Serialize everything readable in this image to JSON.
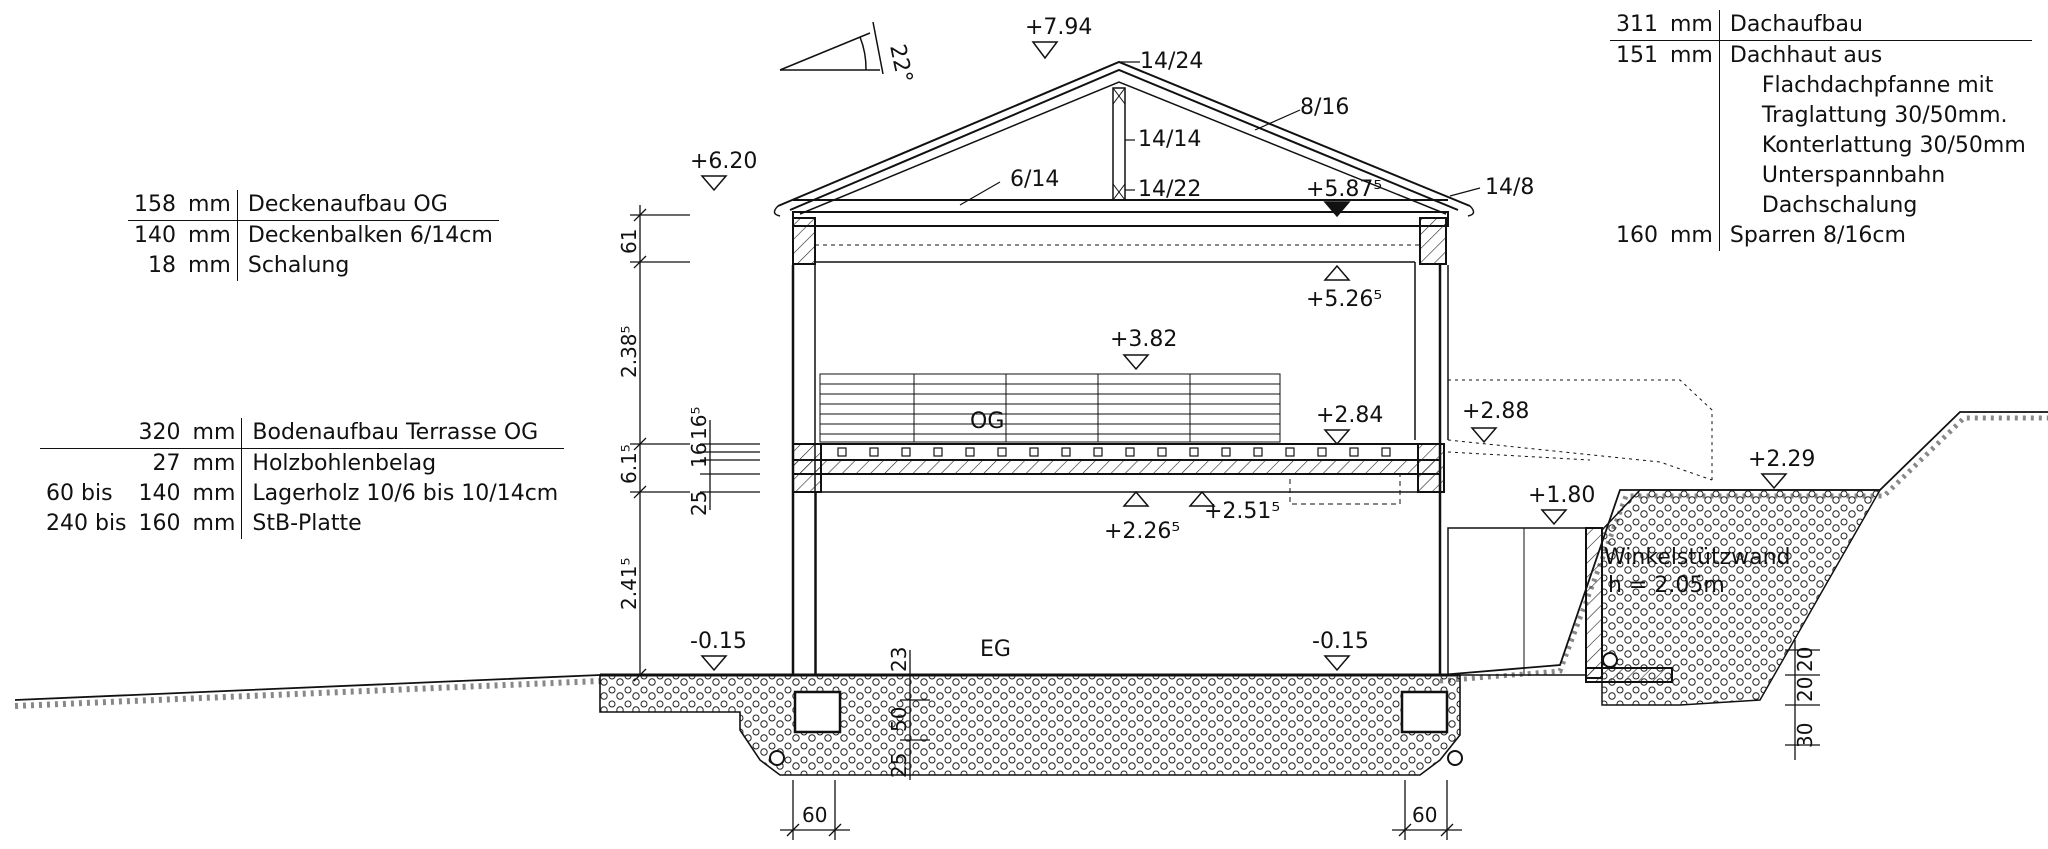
{
  "legend_decke": {
    "rows": [
      {
        "amount": "158",
        "unit": "mm",
        "desc": "Deckenaufbau OG"
      },
      {
        "amount": "140",
        "unit": "mm",
        "desc": "Deckenbalken 6/14cm"
      },
      {
        "amount": "18",
        "unit": "mm",
        "desc": "Schalung"
      }
    ]
  },
  "legend_terrasse": {
    "rows": [
      {
        "pre": "",
        "amount": "320",
        "unit": "mm",
        "desc": "Bodenaufbau Terrasse OG"
      },
      {
        "pre": "",
        "amount": "27",
        "unit": "mm",
        "desc": "Holzbohlenbelag"
      },
      {
        "pre": "60 bis",
        "amount": "140",
        "unit": "mm",
        "desc": "Lagerholz 10/6 bis 10/14cm"
      },
      {
        "pre": "240 bis",
        "amount": "160",
        "unit": "mm",
        "desc": "StB-Platte"
      }
    ]
  },
  "legend_dach": {
    "rows": [
      {
        "amount": "311",
        "unit": "mm",
        "desc": "Dachaufbau",
        "sub": []
      },
      {
        "amount": "151",
        "unit": "mm",
        "desc": "Dachhaut aus",
        "sub": [
          "Flachdachpfanne mit",
          "Traglattung 30/50mm.",
          "Konterlattung 30/50mm",
          "Unterspannbahn",
          "Dachschalung"
        ]
      },
      {
        "amount": "160",
        "unit": "mm",
        "desc": "Sparren 8/16cm",
        "sub": []
      }
    ]
  },
  "levels": [
    "+7.94",
    "+6.20",
    "+5.87⁵",
    "+5.26⁵",
    "+3.82",
    "+2.84",
    "+2.88",
    "+2.26⁵",
    "+2.51⁵",
    "+1.80",
    "+2.29",
    "-0.15",
    "-0.15"
  ],
  "members": [
    "14/24",
    "14/14",
    "14/22",
    "8/16",
    "6/14",
    "14/8"
  ],
  "roof_angle": "22°",
  "rooms": [
    "OG",
    "EG"
  ],
  "wall_label": [
    "Winkelstützwand",
    "h = 2.05m"
  ],
  "dims_vertical": [
    "61",
    "2.38⁵",
    "6.1⁵",
    "16⁵",
    "16",
    "25",
    "2.41⁵",
    "23",
    "50",
    "25",
    "20",
    "20",
    "30"
  ],
  "dims_horizontal": [
    "60",
    "60"
  ]
}
